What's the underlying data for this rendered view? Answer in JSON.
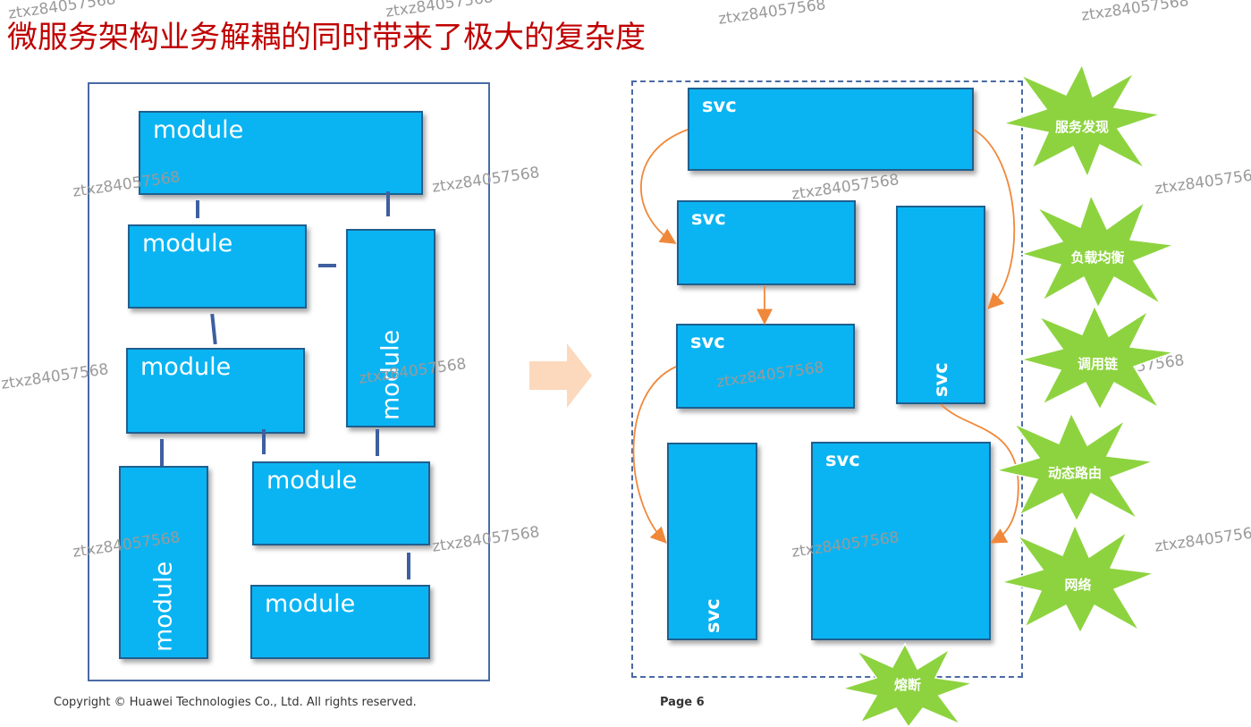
{
  "title": "微服务架构业务解耦的同时带来了极大的复杂度",
  "left": {
    "modules": [
      "module",
      "module",
      "module",
      "module",
      "module",
      "module",
      "module"
    ]
  },
  "right": {
    "services": [
      "svc",
      "svc",
      "svc",
      "svc",
      "svc",
      "svc"
    ]
  },
  "concerns": [
    "服务发现",
    "负载均衡",
    "调用链",
    "动态路由",
    "网络",
    "熔断"
  ],
  "watermark": "ztxz84057568",
  "footer": {
    "copyright": "Copyright © Huawei Technologies Co., Ltd. All rights reserved.",
    "right": "Page 6"
  },
  "colors": {
    "box": "#0ab4f2",
    "box_border": "#1f5f8f",
    "burst": "#8dd33f",
    "arrow": "#f0883a",
    "title": "#c00000",
    "panel_border": "#4a6aa5",
    "big_arrow": "#fcd9bc"
  }
}
